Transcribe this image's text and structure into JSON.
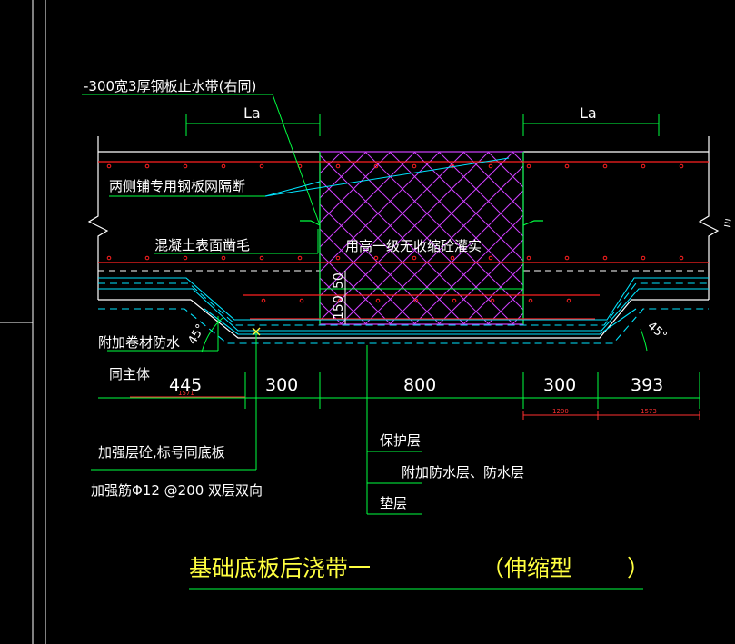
{
  "labels": {
    "steel_plate_waterstop": "-300宽3厚钢板止水带(右同)",
    "steel_mesh_both_sides": "两侧铺专用钢板网隔断",
    "concrete_roughened": "混凝土表面凿毛",
    "grout_fill": "用高一级无收缩砼灌实",
    "extra_membrane_1": "附加卷材防水",
    "extra_membrane_2": "同主体",
    "reinforced_concrete": "加强层砼,标号同底板",
    "reinforcement_bars": "加强筋Φ12 @200 双层双向",
    "protective_layer": "保护层",
    "waterproof_layers": "附加防水层、防水层",
    "cushion_layer": "垫层",
    "layer_dim_150": "150",
    "layer_dim_50": "50",
    "side_mark": "ミ"
  },
  "dimensions": {
    "la_left": "La",
    "la_right": "La",
    "d_445": "445",
    "d_300_left": "300",
    "d_800": "800",
    "d_300_right": "300",
    "d_393": "393",
    "small_1571": "1571",
    "small_1200": "1200",
    "small_1573": "1573",
    "angle_left": "45°",
    "angle_right": "45°"
  },
  "title": {
    "main": "基础底板后浇带一",
    "type_open": "（伸缩型",
    "type_close": "）"
  },
  "colors": {
    "background": "#000000",
    "slab_line": "#ffffff",
    "rebar": "#ff2020",
    "leader": "#00ff40",
    "dimension": "#00ff40",
    "waterproof": "#00e5ff",
    "hatch": "#d040ff",
    "title": "#ffff40"
  }
}
